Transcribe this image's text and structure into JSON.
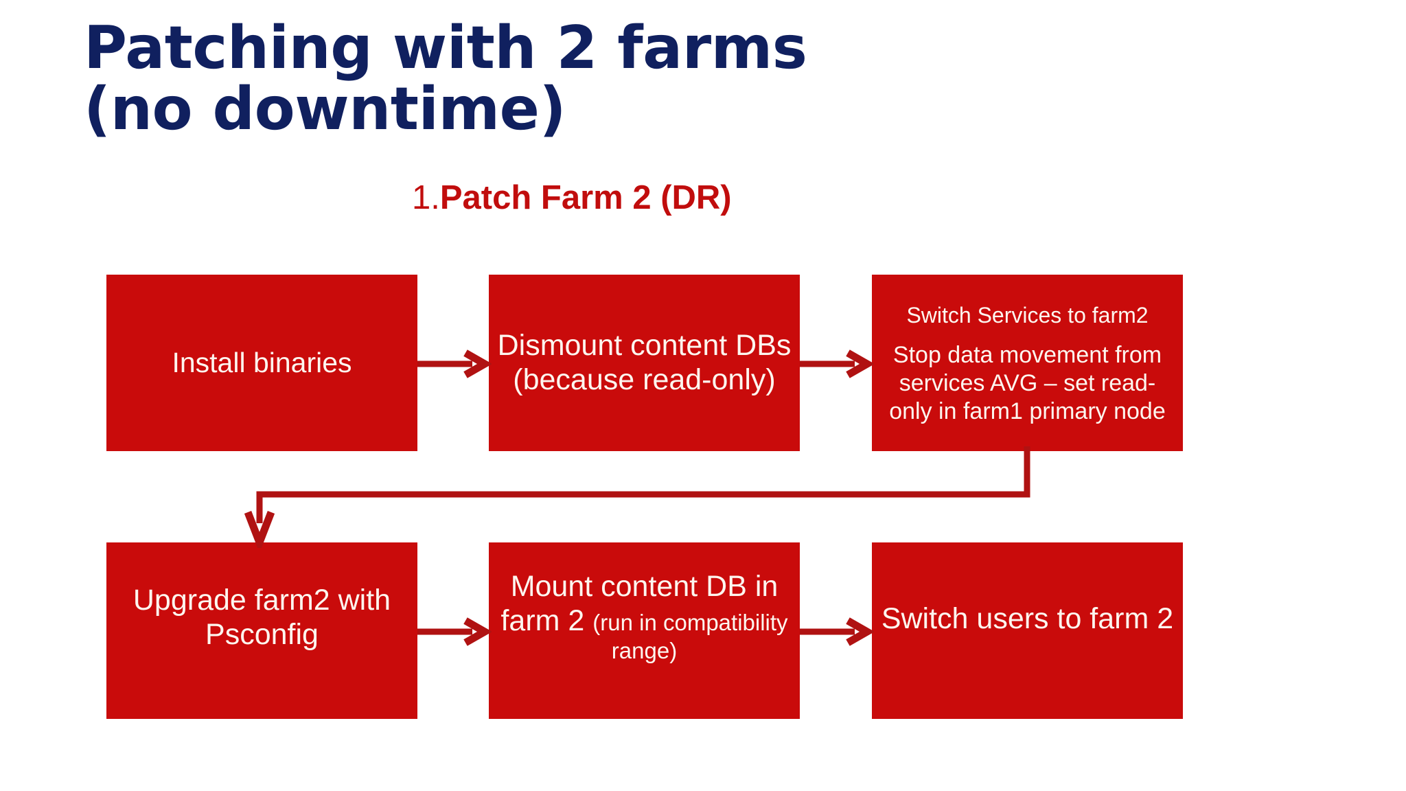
{
  "slide": {
    "title": "Patching with 2 farms\n(no downtime)",
    "title_color": "#10205f",
    "background_color": "#ffffff",
    "accent_color": "#c90b0b",
    "arrow_color": "#b01212",
    "box_text_color": "#fdf6ef"
  },
  "subtitle": {
    "number": "1.",
    "label": "Patch Farm 2 (DR)",
    "color": "#c10d0d"
  },
  "flow": {
    "row1": [
      {
        "id": "install-binaries",
        "text": "Install binaries"
      },
      {
        "id": "dismount-content-dbs",
        "text": "Dismount content DBs (because read-only)"
      },
      {
        "id": "switch-services-to-farm2",
        "line_a": "Switch Services to farm2",
        "line_b": "Stop data movement from services AVG – set read-only in farm1 primary node"
      }
    ],
    "row2": [
      {
        "id": "upgrade-farm2-with-psconfig",
        "text": "Upgrade farm2 with Psconfig"
      },
      {
        "id": "mount-content-db-in-farm2",
        "big": "Mount content DB in farm 2 ",
        "small": "(run in compatibility range)"
      },
      {
        "id": "switch-users-to-farm2",
        "text": "Switch users to farm 2"
      }
    ],
    "connectors": [
      {
        "id": "arrow-install-to-dismount",
        "type": "horizontal-arrow"
      },
      {
        "id": "arrow-dismount-to-switchservices",
        "type": "horizontal-arrow"
      },
      {
        "id": "arrow-switchservices-to-upgrade",
        "type": "elbow-arrow-down-left"
      },
      {
        "id": "arrow-upgrade-to-mount",
        "type": "horizontal-arrow"
      },
      {
        "id": "arrow-mount-to-switchusers",
        "type": "horizontal-arrow"
      }
    ]
  }
}
